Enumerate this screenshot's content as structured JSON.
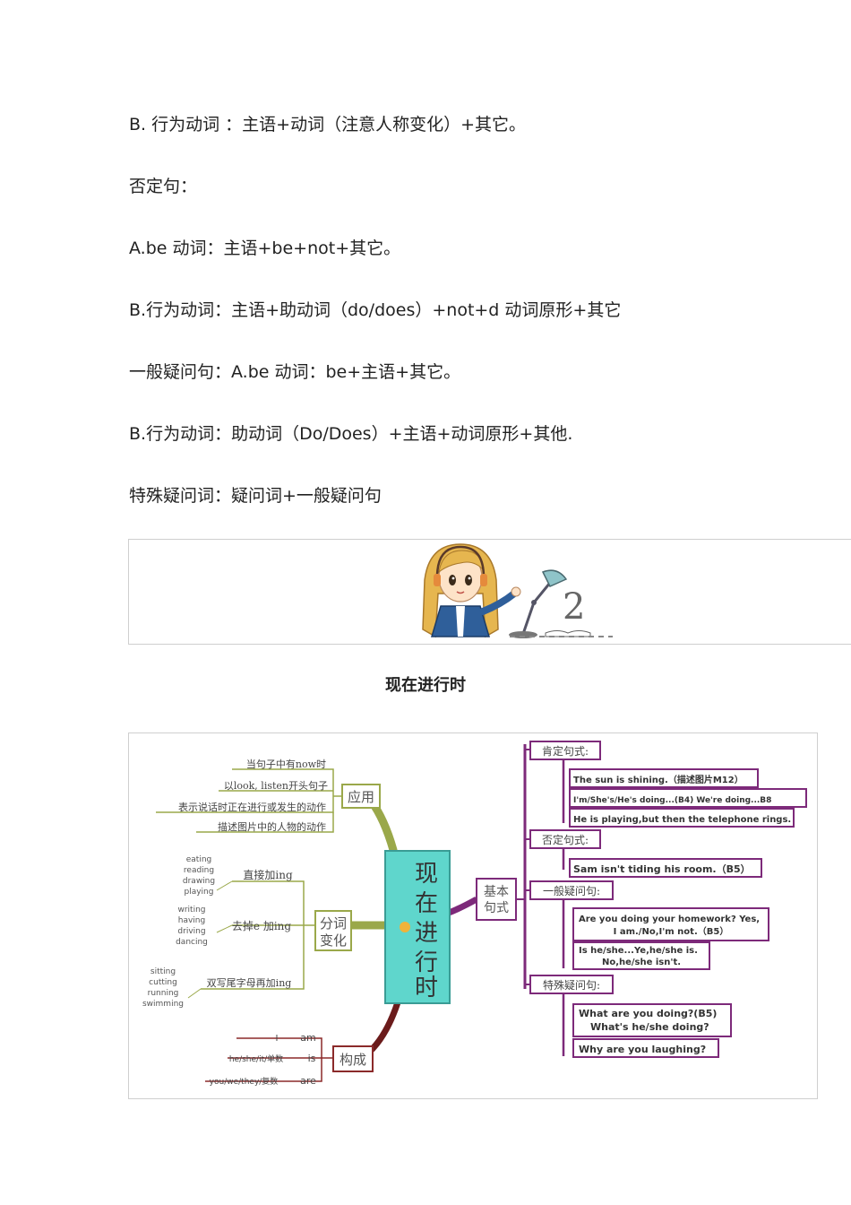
{
  "lines": [
    "B.  行为动词  ：主语+动词（注意人称变化）+其它。",
    "否定句：",
    "A.be 动词：主语+be+not+其它。",
    "B.行为动词：主语+助动词（do/does）+not+d 动词原形+其它",
    "一般疑问句：A.be 动词：be+主语+其它。",
    "B.行为动词：助动词（Do/Does）+主语+动词原形+其他.",
    "特殊疑问词：疑问词+一般疑问句"
  ],
  "banner": {
    "number": "2"
  },
  "section_title": "现在进行时",
  "mindmap": {
    "center": "现在进行时",
    "usage": {
      "label": "应用",
      "items": [
        "当句子中有now时",
        "以look, listen开头句子",
        "表示说话时正在进行或发生的动作",
        "描述图片中的人物的动作"
      ]
    },
    "change": {
      "label1": "分词",
      "label2": "变化",
      "rules": [
        {
          "label": "直接加ing",
          "words": [
            "eating",
            "reading",
            "drawing",
            "playing"
          ]
        },
        {
          "label": "去掉e 加ing",
          "words": [
            "writing",
            "having",
            "driving",
            "dancing"
          ]
        },
        {
          "label": "双写尾字母再加ing",
          "words": [
            "sitting",
            "cutting",
            "running",
            "swimming"
          ]
        }
      ]
    },
    "form": {
      "label": "构成",
      "rows": [
        {
          "subject": "I",
          "verb": "am"
        },
        {
          "subject": "he/she/it/单数",
          "verb": "is"
        },
        {
          "subject": "you/we/they/复数",
          "verb": "are"
        }
      ]
    },
    "basic": {
      "label1": "基本",
      "label2": "句式",
      "affirmative": {
        "label": "肯定句式:",
        "examples": [
          "The sun is shining.（描述图片M12）",
          "I'm/She's/He's doing...(B4) We're doing...B8",
          "He is playing,but then the telephone rings."
        ]
      },
      "negative": {
        "label": "否定句式:",
        "examples": [
          "Sam isn't tiding his room.（B5）"
        ]
      },
      "general_question": {
        "label": "一般疑问句:",
        "example1_line1": "Are you doing your homework? Yes,",
        "example1_line2": "I am./No,I'm not.（B5）",
        "example2_line1": "Is he/she...Ye,he/she is.",
        "example2_line2": "No,he/she isn't."
      },
      "special_question": {
        "label": "特殊疑问句:",
        "example1_line1": "What are you doing?(B5)",
        "example1_line2": "What's he/she doing?",
        "example2": "Why are you laughing?"
      }
    }
  },
  "colors": {
    "purple": "#7d2a7a",
    "center_fill": "#5fd6cc",
    "green_branch": "#9aa84a",
    "dark_red_branch": "#6b1b1b"
  }
}
